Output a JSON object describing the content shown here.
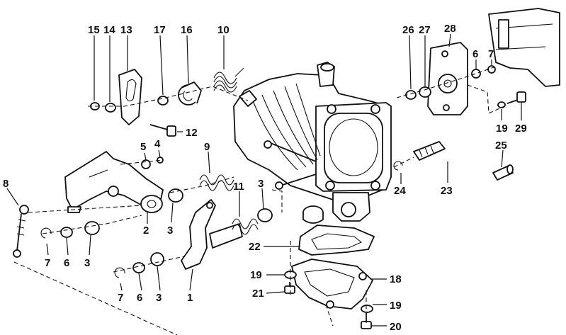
{
  "diagram": {
    "callouts": [
      {
        "id": "c15",
        "text": "15"
      },
      {
        "id": "c14",
        "text": "14"
      },
      {
        "id": "c13",
        "text": "13"
      },
      {
        "id": "c17",
        "text": "17"
      },
      {
        "id": "c16",
        "text": "16"
      },
      {
        "id": "c10",
        "text": "10"
      },
      {
        "id": "c26",
        "text": "26"
      },
      {
        "id": "c27",
        "text": "27"
      },
      {
        "id": "c28",
        "text": "28"
      },
      {
        "id": "c6a",
        "text": "6"
      },
      {
        "id": "c7a",
        "text": "7"
      },
      {
        "id": "c12",
        "text": "12"
      },
      {
        "id": "c19a",
        "text": "19"
      },
      {
        "id": "c29",
        "text": "29"
      },
      {
        "id": "c5",
        "text": "5"
      },
      {
        "id": "c4",
        "text": "4"
      },
      {
        "id": "c9",
        "text": "9"
      },
      {
        "id": "c25",
        "text": "25"
      },
      {
        "id": "c8",
        "text": "8"
      },
      {
        "id": "c3a",
        "text": "3"
      },
      {
        "id": "c11",
        "text": "11"
      },
      {
        "id": "c24",
        "text": "24"
      },
      {
        "id": "c23",
        "text": "23"
      },
      {
        "id": "c2",
        "text": "2"
      },
      {
        "id": "c3b",
        "text": "3"
      },
      {
        "id": "c22",
        "text": "22"
      },
      {
        "id": "c7b",
        "text": "7"
      },
      {
        "id": "c6b",
        "text": "6"
      },
      {
        "id": "c3c",
        "text": "3"
      },
      {
        "id": "c19b",
        "text": "19"
      },
      {
        "id": "c18",
        "text": "18"
      },
      {
        "id": "c21",
        "text": "21"
      },
      {
        "id": "c7c",
        "text": "7"
      },
      {
        "id": "c6c",
        "text": "6"
      },
      {
        "id": "c3d",
        "text": "3"
      },
      {
        "id": "c1",
        "text": "1"
      },
      {
        "id": "c19c",
        "text": "19"
      },
      {
        "id": "c20",
        "text": "20"
      }
    ]
  }
}
